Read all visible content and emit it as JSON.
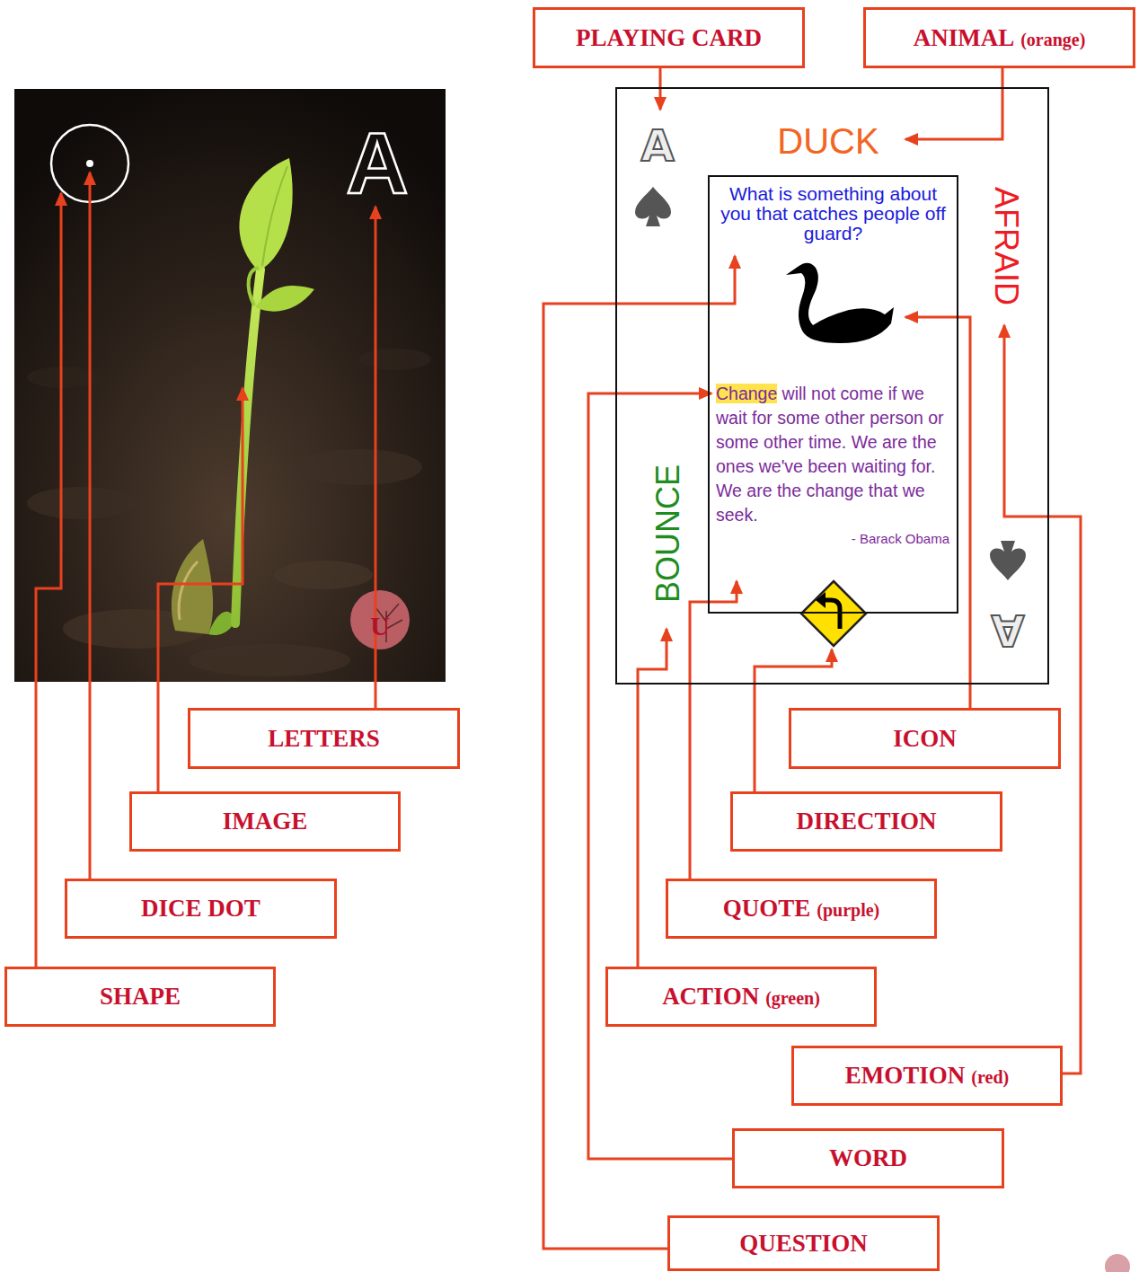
{
  "diagram": {
    "nodes": [
      {
        "text": [
          "A"
        ]
      },
      {
        "text": [
          "A",
          "DUCK",
          "AFRAID",
          "BOUNCE",
          "A"
        ]
      },
      {
        "text": [
          "What is something about you that catches people off guard?",
          "Change",
          "will not come if we wait for some other person or some other time. We are the ones we've been waiting for. We are the change that we seek.",
          "- Barack Obama"
        ],
        "in": 1
      },
      {
        "text": [
          "PLAYING CARD"
        ]
      },
      {
        "text": [
          "ANIMAL",
          "(orange)"
        ]
      },
      {
        "text": [
          "LETTERS"
        ]
      },
      {
        "text": [
          "ICON"
        ]
      },
      {
        "text": [
          "IMAGE"
        ]
      },
      {
        "text": [
          "DIRECTION"
        ]
      },
      {
        "text": [
          "DICE DOT"
        ]
      },
      {
        "text": [
          "QUOTE",
          "(purple)"
        ]
      },
      {
        "text": [
          "SHAPE"
        ]
      },
      {
        "text": [
          "ACTION",
          "(green)"
        ]
      },
      {
        "text": [
          "EMOTION",
          "(red)"
        ]
      },
      {
        "text": [
          "WORD"
        ]
      },
      {
        "text": [
          "QUESTION"
        ]
      }
    ],
    "edges": [
      {
        "from": 3,
        "to": 1,
        "arrow": "to"
      },
      {
        "from": 4,
        "to": 1,
        "arrow": "to"
      },
      {
        "from": 5,
        "to": 0,
        "arrow": "to"
      },
      {
        "from": 6,
        "to": 2,
        "arrow": "to"
      },
      {
        "from": 7,
        "to": 0,
        "arrow": "to"
      },
      {
        "from": 8,
        "to": 1,
        "arrow": "to"
      },
      {
        "from": 9,
        "to": 0,
        "arrow": "to"
      },
      {
        "from": 10,
        "to": 2,
        "arrow": "to"
      },
      {
        "from": 11,
        "to": 0,
        "arrow": "to"
      },
      {
        "from": 12,
        "to": 1,
        "arrow": "to"
      },
      {
        "from": 13,
        "to": 1,
        "arrow": "to"
      },
      {
        "from": 14,
        "to": 2,
        "arrow": "to"
      },
      {
        "from": 15,
        "to": 2,
        "arrow": "to"
      }
    ],
    "labels": [
      "U"
    ]
  }
}
